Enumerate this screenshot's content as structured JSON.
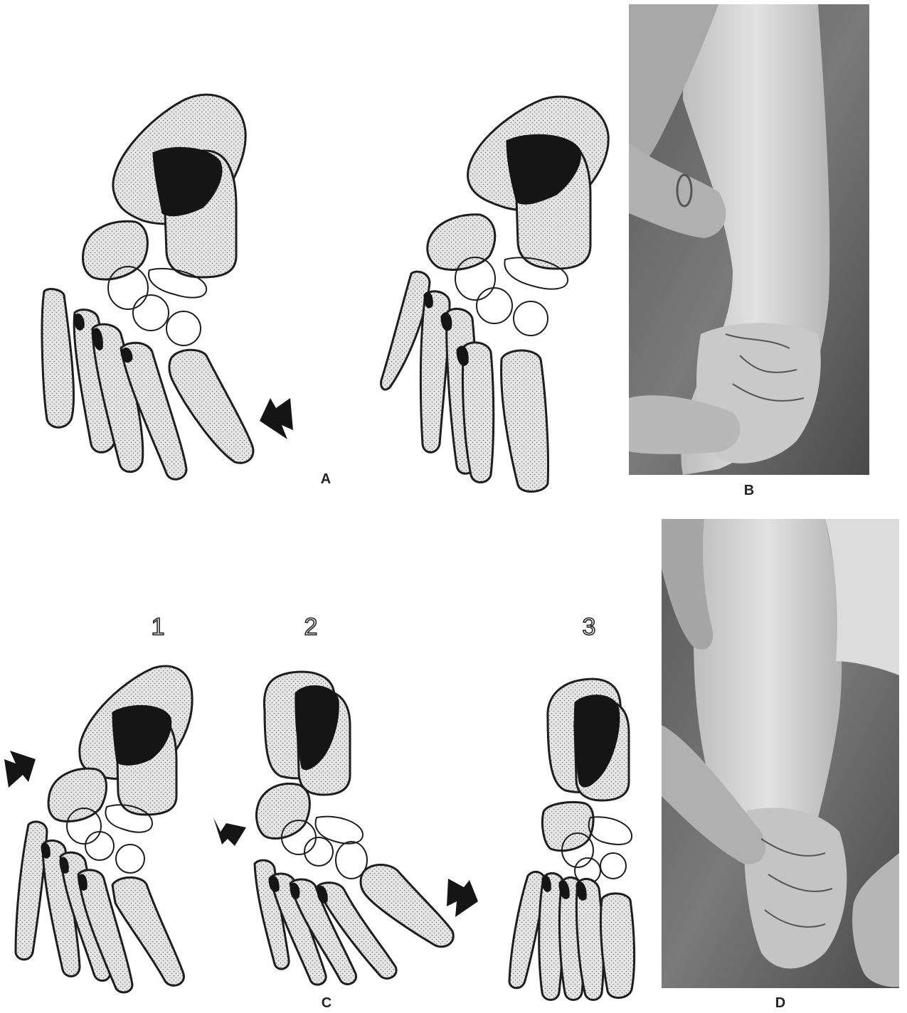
{
  "figure": {
    "panel_labels": {
      "a": "A",
      "b": "B",
      "c": "C",
      "d": "D"
    },
    "sequence_numbers": [
      "1",
      "2",
      "3"
    ]
  },
  "colors": {
    "ink": "#1e1e1e",
    "stipple_bg": "#e6e6e6",
    "shadow": "#151515",
    "photo_dark": "#3a3a3a",
    "photo_skin": "#cfcfcf"
  }
}
